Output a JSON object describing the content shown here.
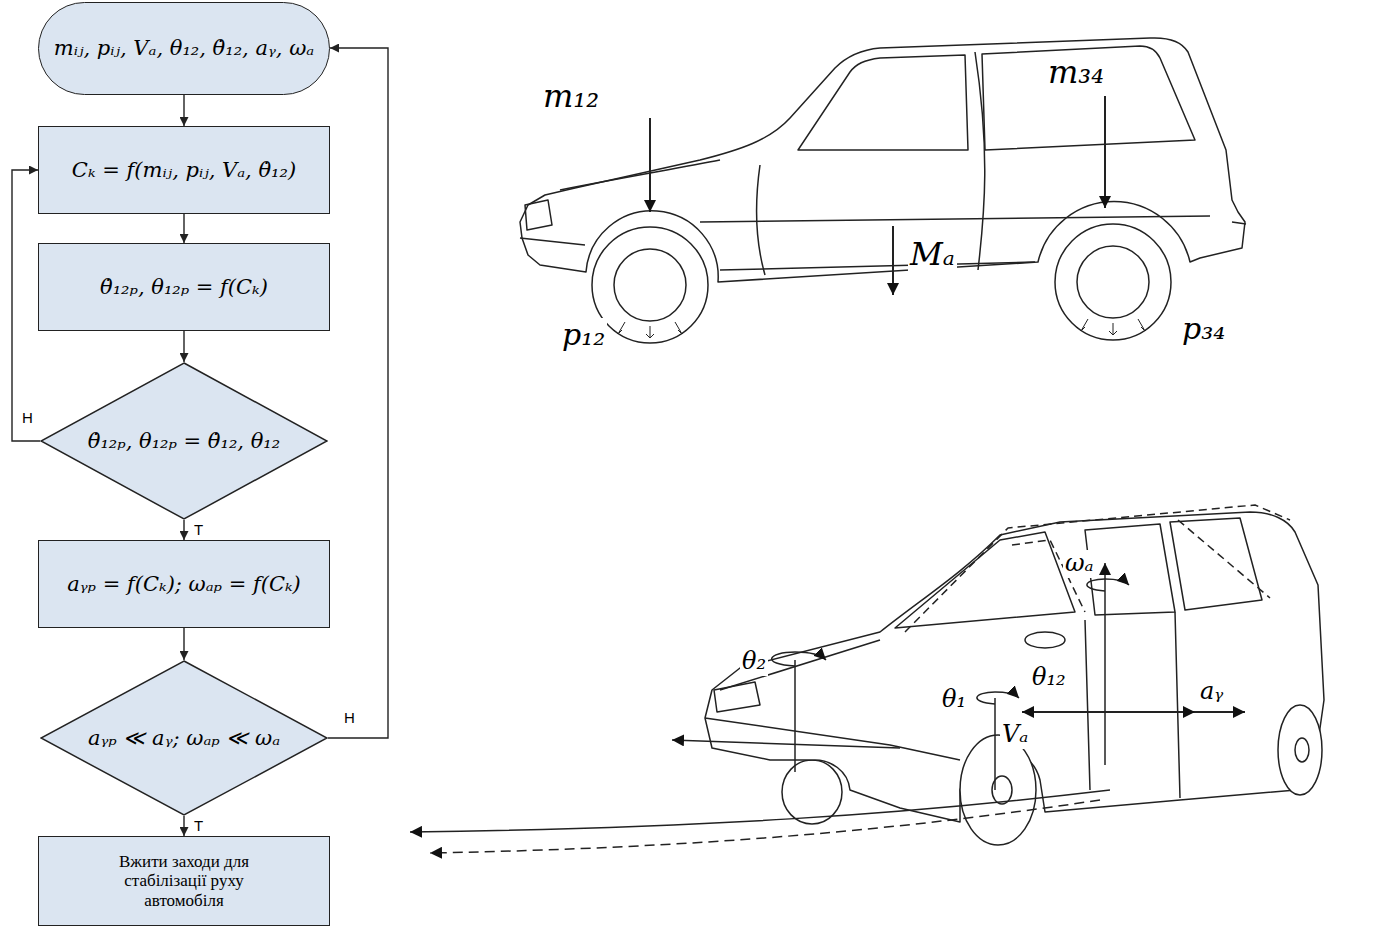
{
  "diagram": {
    "nodes": [
      {
        "text": [
          "mᵢⱼ, pᵢⱼ, Vₐ, θ₁₂, θ̇₁₂, aᵧ, ωₐ"
        ]
      },
      {
        "text": [
          "Cₖ = f(mᵢⱼ, pᵢⱼ, Vₐ, θ̇₁₂)"
        ]
      },
      {
        "text": [
          "θ̇₁₂ₚ, θ₁₂ₚ = f(Cₖ)"
        ]
      },
      {
        "text": [
          "θ̇₁₂ₚ, θ₁₂ₚ = θ̇₁₂, θ₁₂"
        ]
      },
      {
        "text": [
          "aᵧₚ = f(Cₖ); ωₐₚ = f(Cₖ)"
        ]
      },
      {
        "text": [
          "aᵧₚ ≪ aᵧ; ωₐₚ ≪ ωₐ"
        ]
      },
      {
        "text": [
          "Вжити заходи для стабілізації руху автомобіля"
        ]
      }
    ],
    "edges": [
      {
        "from": 0,
        "to": 1,
        "arrow": "to"
      },
      {
        "from": 1,
        "to": 2,
        "arrow": "to"
      },
      {
        "from": 2,
        "to": 3,
        "arrow": "to"
      },
      {
        "from": 3,
        "to": 1,
        "label": "Н",
        "arrow": "to"
      },
      {
        "from": 3,
        "to": 4,
        "label": "Т",
        "arrow": "to"
      },
      {
        "from": 4,
        "to": 5,
        "arrow": "to"
      },
      {
        "from": 5,
        "to": 0,
        "label": "Н",
        "arrow": "to"
      },
      {
        "from": 5,
        "to": 6,
        "label": "Т",
        "arrow": "to"
      }
    ],
    "labels": [
      "m₁₂",
      "m₃₄",
      "Mₐ",
      "p₁₂",
      "p₃₄",
      "ωₐ",
      "θ₂",
      "θ₁",
      "θ₁₂",
      "aᵧ",
      "Vₐ"
    ]
  }
}
